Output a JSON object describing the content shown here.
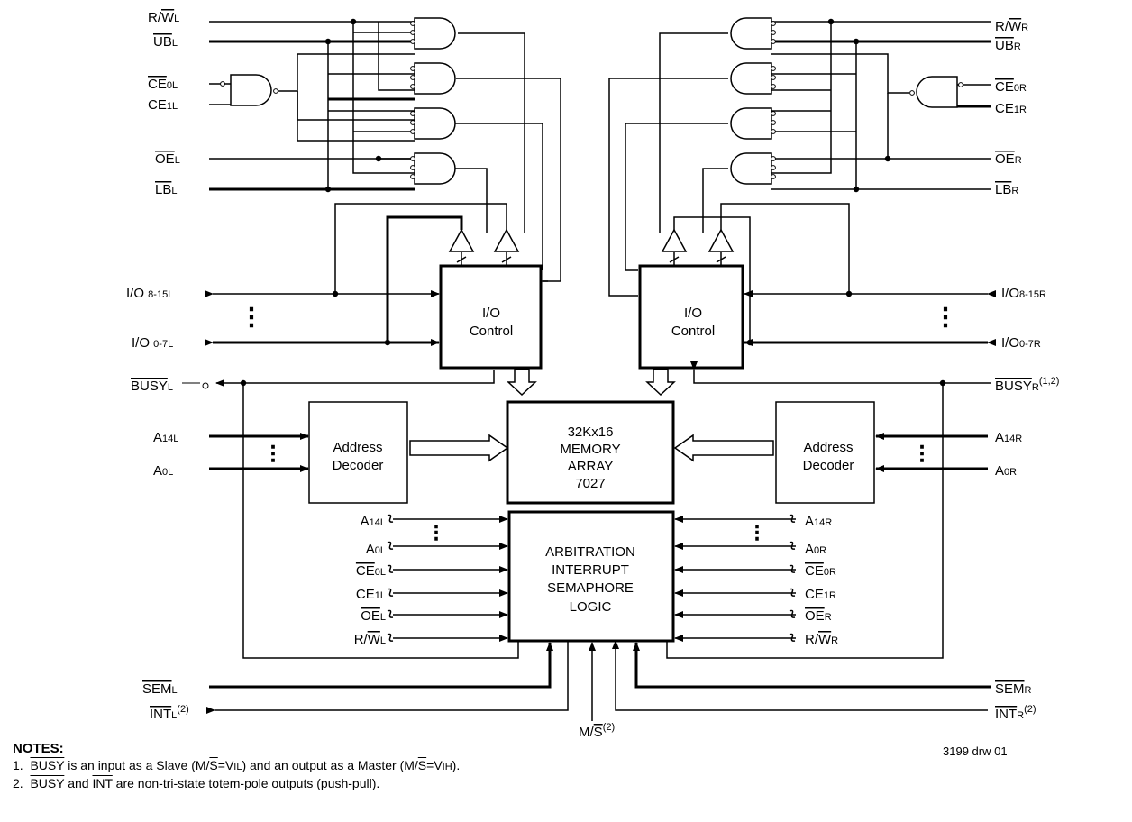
{
  "left_labels": {
    "rw": [
      "R/",
      "W",
      "L"
    ],
    "ub": [
      "UB",
      "L"
    ],
    "ce0": [
      "CE",
      "0L"
    ],
    "ce1": [
      "CE",
      "1L"
    ],
    "oe": [
      "OE",
      "L"
    ],
    "lb": [
      "LB",
      "L"
    ],
    "io815": [
      "I/O ",
      "8-15L"
    ],
    "io07": [
      "I/O ",
      "0-7L"
    ],
    "busy": [
      "BUSY",
      "L"
    ],
    "a14": [
      "A",
      "14L"
    ],
    "a0": [
      "A",
      "0L"
    ],
    "sem": [
      "SEM",
      "L"
    ],
    "int": [
      "INT",
      "L",
      "(2)"
    ]
  },
  "right_labels": {
    "rw": [
      "R/",
      "W",
      "R"
    ],
    "ub": [
      "UB",
      "R"
    ],
    "ce0": [
      "CE",
      "0R"
    ],
    "ce1": [
      "CE",
      "1R"
    ],
    "oe": [
      "OE",
      "R"
    ],
    "lb": [
      "LB",
      "R"
    ],
    "io815": [
      "I/O",
      "8-15R"
    ],
    "io07": [
      "I/O",
      "0-7R"
    ],
    "busy": [
      "BUSY",
      "R",
      "(1,2)"
    ],
    "a14": [
      "A",
      "14R"
    ],
    "a0": [
      "A",
      "0R"
    ],
    "sem": [
      "SEM",
      "R"
    ],
    "int": [
      "INT",
      "R",
      "(2)"
    ]
  },
  "arb_left_inputs": [
    [
      "A",
      "14L"
    ],
    [
      "A",
      "0L"
    ],
    [
      "CE",
      "0L"
    ],
    [
      "CE",
      "1L"
    ],
    [
      "OE",
      "L"
    ],
    [
      "R/",
      "W",
      "L"
    ]
  ],
  "arb_right_inputs": [
    [
      "A",
      "14R"
    ],
    [
      "A",
      "0R"
    ],
    [
      "CE",
      "0R"
    ],
    [
      "CE",
      "1R"
    ],
    [
      "OE",
      "R"
    ],
    [
      "R/",
      "W",
      "R"
    ]
  ],
  "blocks": {
    "io_control": [
      "I/O",
      "Control"
    ],
    "address_decoder": [
      "Address",
      "Decoder"
    ],
    "memory": [
      "32Kx16",
      "MEMORY",
      "ARRAY",
      "7027"
    ],
    "arbitration": [
      "ARBITRATION",
      "INTERRUPT",
      "SEMAPHORE",
      "LOGIC"
    ]
  },
  "ms": [
    "M/",
    "S",
    "(2)"
  ],
  "drawing_number": "3199 drw 01",
  "notes": {
    "title": "NOTES:",
    "note1": {
      "num": "1.",
      "a": "BUSY",
      "b": " is an input as a Slave (M/",
      "c": "S",
      "d": "=V",
      "e": "IL",
      "f": ") and an output as a Master (M/",
      "g": "S",
      "h": "=V",
      "i": "IH",
      "j": ")."
    },
    "note2": {
      "num": "2.",
      "a": "BUSY",
      "b": " and ",
      "c": "INT",
      "d": " are non-tri-state totem-pole outputs (push-pull)."
    }
  }
}
